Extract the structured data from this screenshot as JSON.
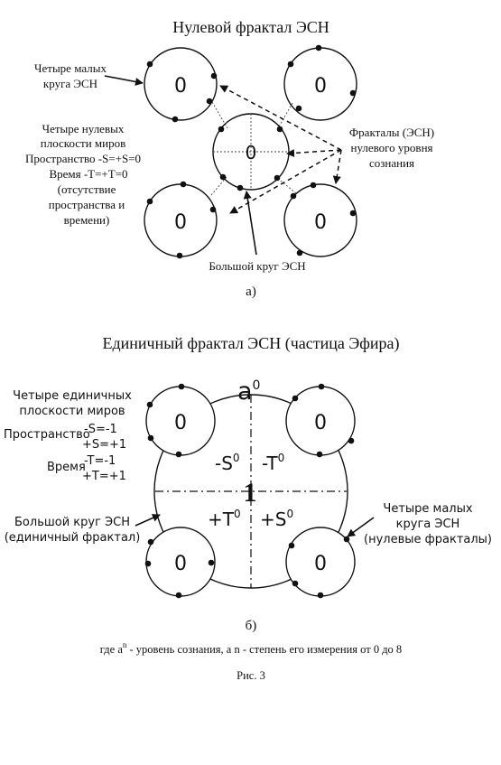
{
  "figure_a": {
    "title": "Нулевой фрактал ЭСН",
    "zero": "0",
    "label_small_circles": [
      "Четыре малых",
      "круга ЭСН"
    ],
    "label_planes": [
      "Четыре нулевых",
      "плоскости миров",
      "Пространство -S=+S=0",
      "Время -T=+T=0",
      "(отсутствие",
      "пространства и",
      "времени)"
    ],
    "label_fractals": [
      "Фракталы (ЭСН)",
      "нулевого уровня",
      "сознания"
    ],
    "label_big_circle": "Большой круг ЭСН",
    "caption": "а)"
  },
  "figure_b": {
    "title": "Единичный фрактал ЭСН (частица Эфира)",
    "zero": "0",
    "center": "1",
    "top_base": "a",
    "top_exp": "0",
    "q_ms_base": "-S",
    "q_mt_base": "-T",
    "q_pt_base": "+T",
    "q_ps_base": "+S",
    "q_exp": "0",
    "label_planes": [
      "Четыре единичных",
      "плоскости миров"
    ],
    "space_label": "Пространство",
    "space_neg": "-S=-1",
    "space_pos": "+S=+1",
    "time_label": "Время",
    "time_neg": "-T=-1",
    "time_pos": "+T=+1",
    "label_big_circle": [
      "Большой круг ЭСН",
      "(единичный фрактал)"
    ],
    "label_small_circles": [
      "Четыре малых",
      "круга ЭСН",
      "(нулевые фракталы)"
    ],
    "caption": "б)"
  },
  "note_pre": "где a",
  "note_exp": "n",
  "note_post": " - уровень сознания, а n - степень его измерения от 0 до 8",
  "figure_label": "Рис. 3"
}
